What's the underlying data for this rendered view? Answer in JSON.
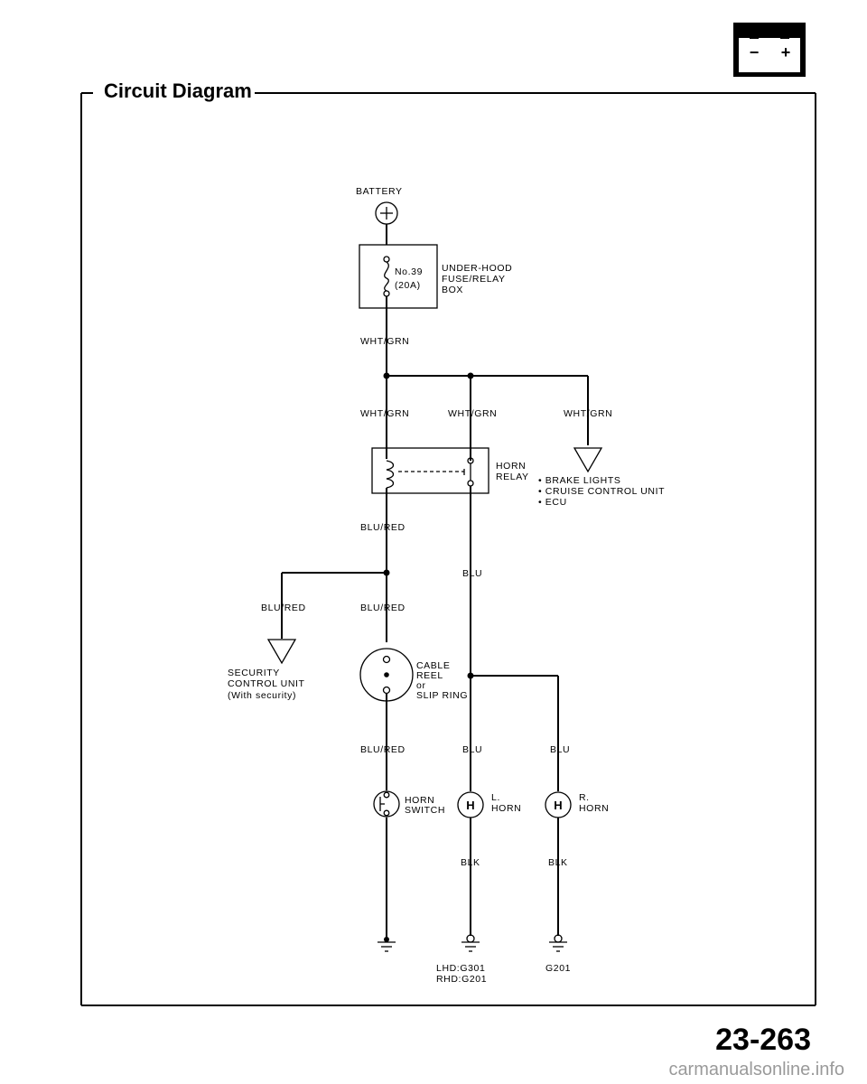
{
  "header": {
    "title": "Circuit Diagram",
    "icon": "battery-icon",
    "icon_signs": [
      "−",
      "+"
    ]
  },
  "components": {
    "battery": {
      "label": "BATTERY"
    },
    "fuse": {
      "number": "No.39",
      "rating": "(20A)"
    },
    "fuse_box": {
      "lines": [
        "UNDER-HOOD",
        "FUSE/RELAY",
        "BOX"
      ]
    },
    "horn_relay": {
      "lines": [
        "HORN",
        "RELAY"
      ]
    },
    "brake_lights": {
      "lines": [
        "• BRAKE LIGHTS",
        "• CRUISE CONTROL UNIT",
        "• ECU"
      ]
    },
    "security_unit": {
      "lines": [
        "SECURITY",
        "CONTROL UNIT",
        "(With security)"
      ]
    },
    "cable_reel": {
      "lines": [
        "CABLE",
        "REEL",
        "or",
        "SLIP RING"
      ]
    },
    "horn_switch": {
      "lines": [
        "HORN",
        "SWITCH"
      ]
    },
    "left_horn": {
      "lines": [
        "L.",
        "HORN"
      ],
      "symbol": "H"
    },
    "right_horn": {
      "lines": [
        "R.",
        "HORN"
      ],
      "symbol": "H"
    }
  },
  "wires": {
    "wht_grn_main": "WHT/GRN",
    "wht_grn_left": "WHT/GRN",
    "wht_grn_mid": "WHT/GRN",
    "wht_grn_right": "WHT/GRN",
    "blu_red_relay": "BLU/RED",
    "blu_red_security": "BLU/RED",
    "blu_red_reel_in": "BLU/RED",
    "blu_red_reel_out": "BLU/RED",
    "blu_relay": "BLU",
    "blu_left": "BLU",
    "blu_right": "BLU",
    "blk_left": "BLK",
    "blk_right": "BLK"
  },
  "grounds": {
    "left_horn_ground": [
      "LHD:G301",
      "RHD:G201"
    ],
    "right_horn_ground": "G201"
  },
  "footer": {
    "page_number": "23-263",
    "watermark": "carmanualsonline.info"
  }
}
